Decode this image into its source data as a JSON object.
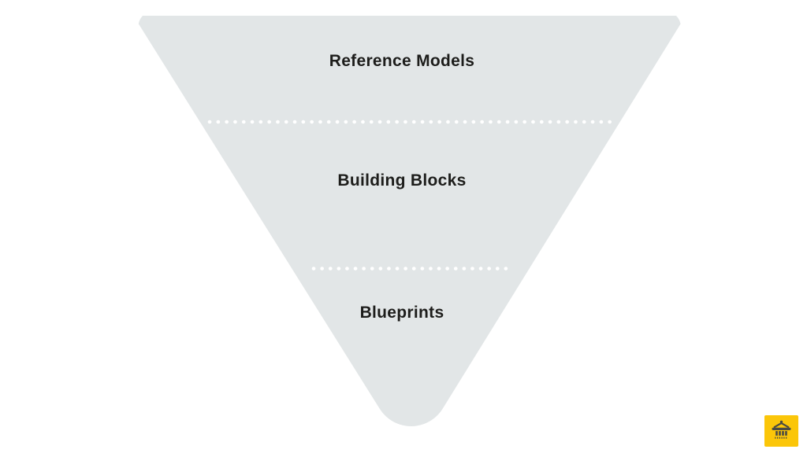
{
  "slide": {
    "background": "#FFFFFF"
  },
  "diagram": {
    "type": "inverted-pyramid",
    "levels": [
      {
        "label": "Reference Models"
      },
      {
        "label": "Building Blocks"
      },
      {
        "label": "Blueprints"
      }
    ]
  },
  "badge": {
    "icon": "bank-icon",
    "background": "#FBC609",
    "icon_color": "#4A4A43"
  },
  "colors": {
    "pyramid_fill": "#E2E6E7",
    "divider_dots": "#FFFFFF",
    "label_text": "#1D1D1B"
  }
}
